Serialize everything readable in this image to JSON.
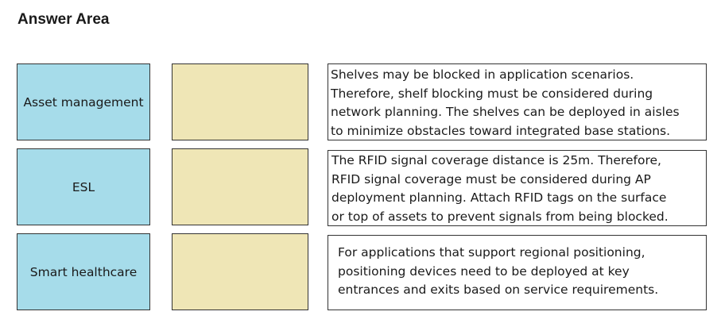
{
  "header": {
    "title": "Answer Area"
  },
  "rows": [
    {
      "source_label": "Asset management",
      "description": "Shelves may be blocked in application scenarios.\nTherefore, shelf blocking must be considered during\nnetwork planning. The shelves can be deployed in aisles\nto minimize obstacles toward integrated base stations."
    },
    {
      "source_label": "ESL",
      "description": "The RFID signal coverage distance is 25m. Therefore,\nRFID signal coverage must be considered during AP\ndeployment planning. Attach RFID tags on the surface\nor top of assets to prevent signals from being blocked."
    },
    {
      "source_label": "Smart healthcare",
      "description": "For applications that support regional positioning,\npositioning devices need to be deployed at key\nentrances and exits based on service requirements."
    }
  ],
  "colors": {
    "source_fill": "#a6dcea",
    "target_fill": "#efe6b6",
    "border": "#333333"
  }
}
